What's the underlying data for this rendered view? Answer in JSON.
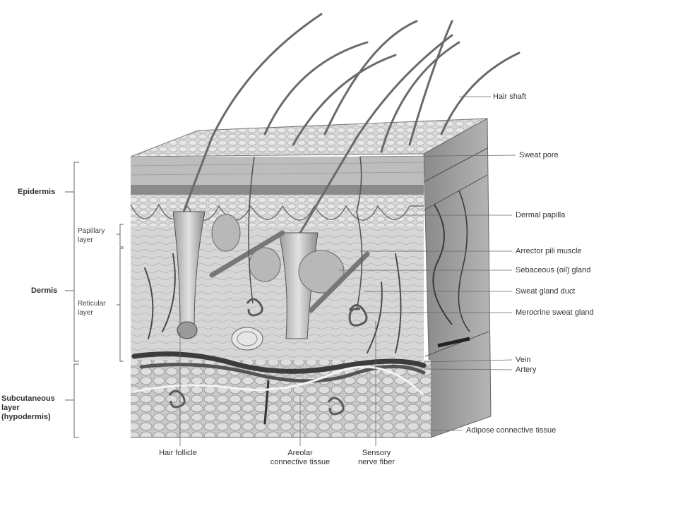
{
  "labels": {
    "right": {
      "hair_shaft": "Hair shaft",
      "sweat_pore": "Sweat pore",
      "dermal_papilla": "Dermal papilla",
      "arrector_pili": "Arrector pili muscle",
      "sebaceous_gland": "Sebaceous (oil) gland",
      "sweat_gland_duct": "Sweat gland duct",
      "merocrine_sweat_gland": "Merocrine sweat gland",
      "vein": "Vein",
      "artery": "Artery",
      "adipose": "Adipose connective tissue"
    },
    "left": {
      "epidermis": "Epidermis",
      "dermis": "Dermis",
      "subcutaneous_1": "Subcutaneous",
      "subcutaneous_2": "layer",
      "subcutaneous_3": "(hypodermis)",
      "papillary_1": "Papillary",
      "papillary_2": "layer",
      "reticular_1": "Reticular",
      "reticular_2": "layer"
    },
    "bottom": {
      "hair_follicle": "Hair follicle",
      "areolar_1": "Areolar",
      "areolar_2": "connective tissue",
      "sensory_1": "Sensory",
      "sensory_2": "nerve fiber"
    }
  }
}
